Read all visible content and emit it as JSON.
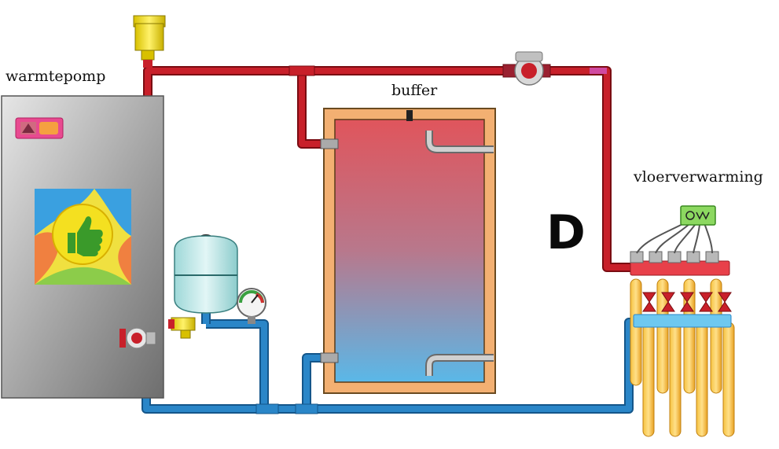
{
  "labels": {
    "heat_pump": "warmtepomp",
    "buffer": "buffer",
    "floor_heating": "vloerverwarming",
    "letter": "D"
  },
  "colors": {
    "hot_pipe": "#c8202a",
    "cold_pipe": "#2a86c8",
    "buffer_top": "#e0555c",
    "buffer_bottom": "#5ab8e8",
    "buffer_jacket": "#f3b072",
    "heat_pump_case": "#9a9a9a",
    "floor_loops": "#f0b020"
  },
  "icons": {
    "status_panel": "status-panel-icon",
    "thumbs_up": "thumbs-up-icon",
    "pump": "circulation-pump-icon",
    "valve": "valve-icon",
    "expansion_vessel": "expansion-vessel-icon",
    "pressure_gauge": "pressure-gauge-icon",
    "thermostat": "thermostat-icon"
  }
}
